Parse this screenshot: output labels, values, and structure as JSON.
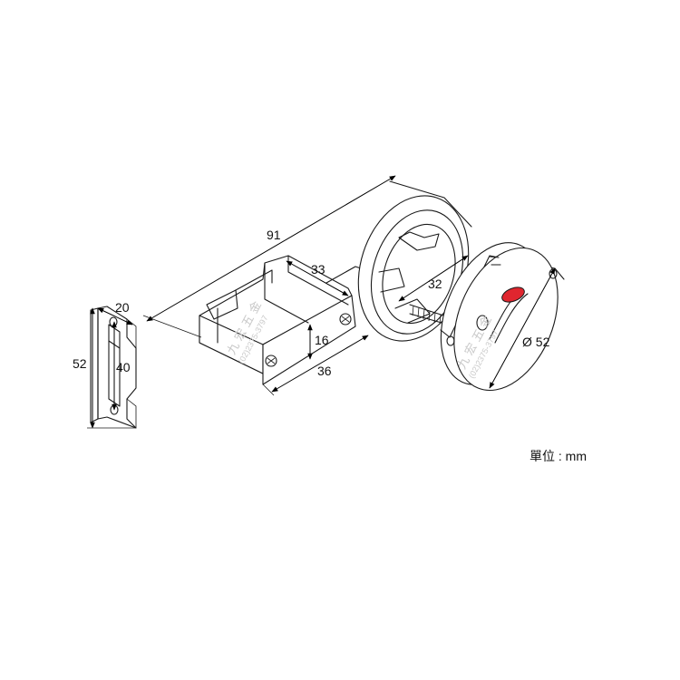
{
  "dimensions": {
    "overall_length": "91",
    "slot_width": "33",
    "bolt_travel": "32",
    "knob_diameter": "Ø 52",
    "body_height": "16",
    "body_length": "36",
    "plate_width": "20",
    "plate_height": "52",
    "hole_spacing": "40"
  },
  "unit_label": "單位 : mm",
  "watermark": {
    "brand": "九 宏 五 金",
    "phone": "(02)2375-3797"
  },
  "colors": {
    "indicator_red": "#e0262f",
    "line": "#1a1a1a"
  }
}
